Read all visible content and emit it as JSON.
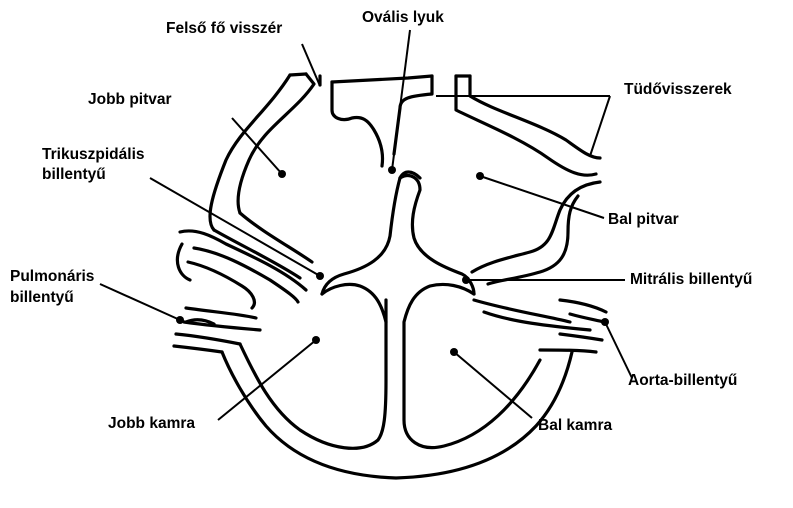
{
  "labels": {
    "superior_vena_cava": "Felső fő visszér",
    "foramen_ovale": "Ovális lyuk",
    "right_atrium": "Jobb pitvar",
    "pulmonary_veins": "Tüdővisszerek",
    "tricuspid_line1": "Trikuszpidális",
    "tricuspid_line2": "billentyű",
    "left_atrium": "Bal pitvar",
    "pulmonary_valve_line1": "Pulmonáris",
    "pulmonary_valve_line2": "billentyű",
    "mitral_valve": "Mitrális billentyű",
    "aortic_valve": "Aorta-billentyű",
    "right_ventricle": "Jobb kamra",
    "left_ventricle": "Bal kamra"
  },
  "colors": {
    "stroke": "#000000",
    "background": "#ffffff"
  }
}
